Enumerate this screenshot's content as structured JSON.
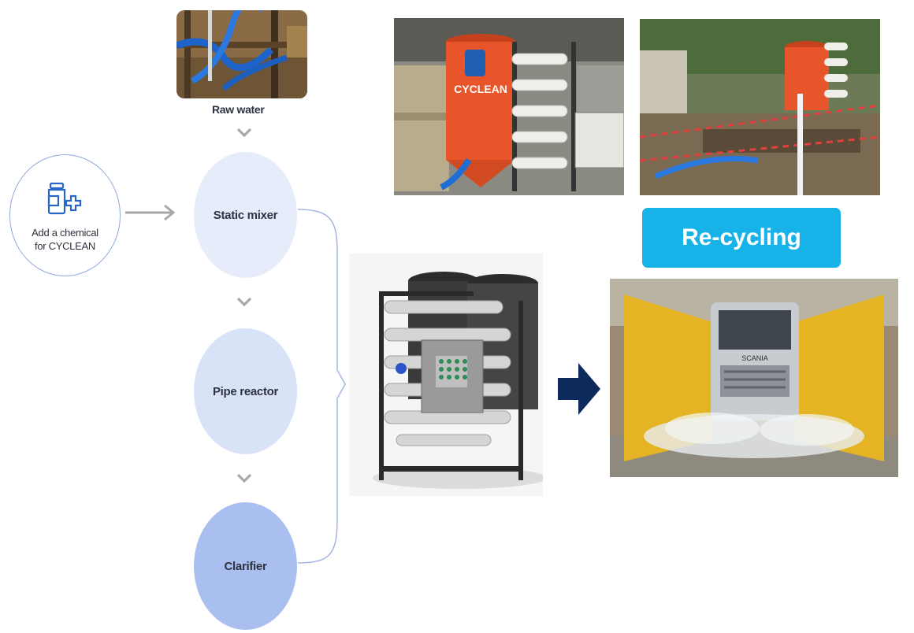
{
  "diagram": {
    "raw_water_label": "Raw water",
    "chemical_node": {
      "line1": "Add a chemical",
      "line2": "for CYCLEAN",
      "icon": "chemical-bottle-plus-icon"
    },
    "steps": [
      {
        "label": "Static mixer",
        "color": "#e6ecfa"
      },
      {
        "label": "Pipe reactor",
        "color": "#d9e3f8"
      },
      {
        "label": "Clarifier",
        "color": "#a9bff0"
      }
    ],
    "recycling_label": "Re-cycling",
    "tank_brand": "CYCLEAN",
    "truck_badge": "SCANIA",
    "colors": {
      "accent_blue": "#16b2e8",
      "arrow_navy": "#0d2a5c",
      "connector": "#9fb3df",
      "tank_orange": "#e8552a"
    }
  }
}
